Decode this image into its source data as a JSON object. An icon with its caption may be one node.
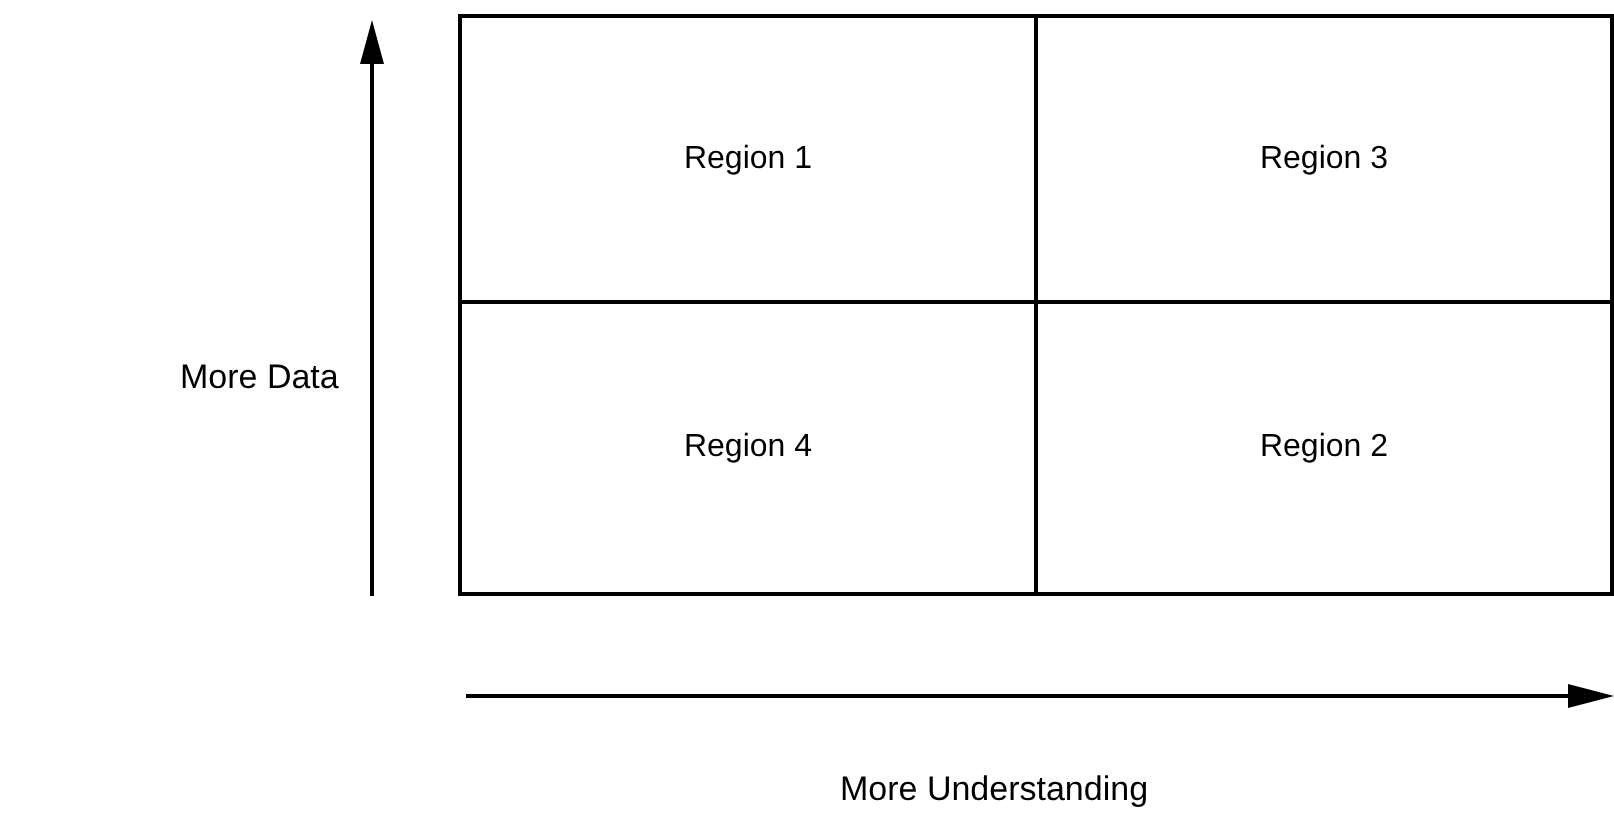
{
  "diagram": {
    "nodes": [
      {
        "text": [
          "Region 1"
        ]
      },
      {
        "text": [
          "Region 3"
        ]
      },
      {
        "text": [
          "Region 4"
        ]
      },
      {
        "text": [
          "Region 2"
        ]
      }
    ],
    "labels": [
      "More Data",
      "More Understanding"
    ]
  }
}
